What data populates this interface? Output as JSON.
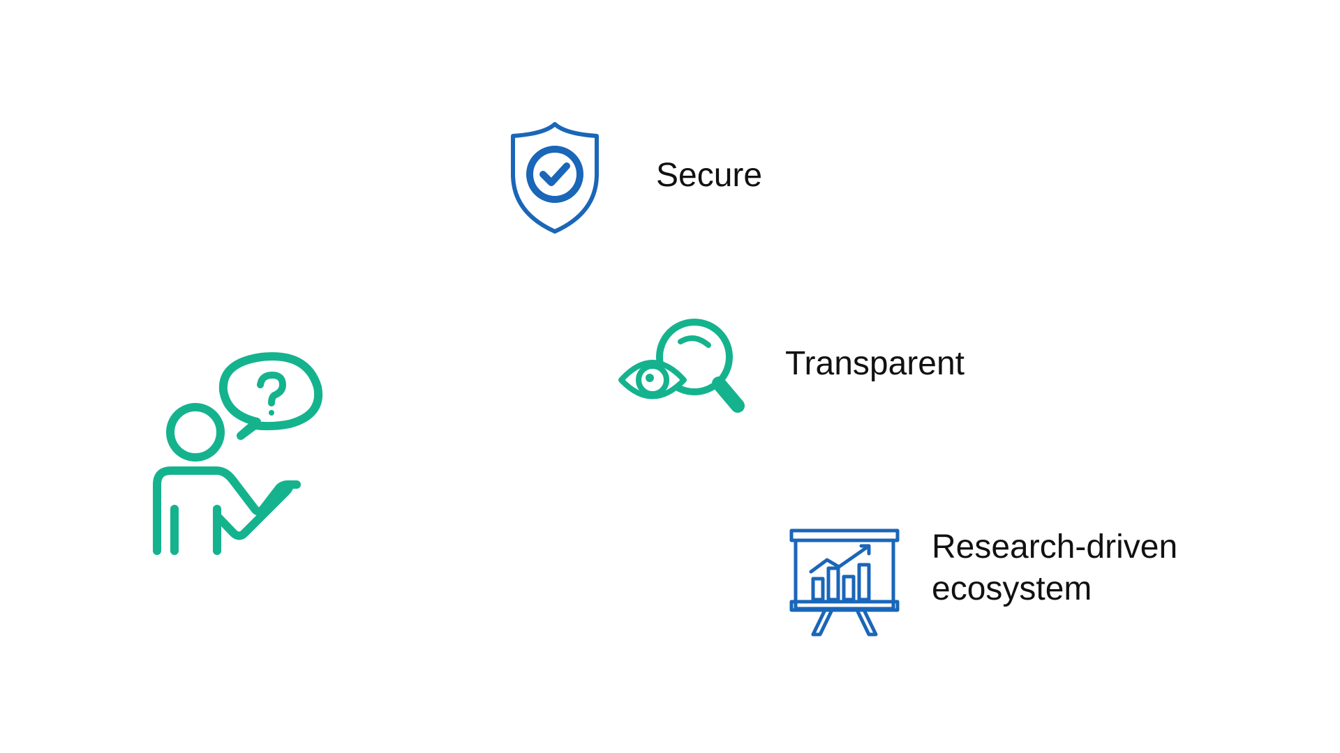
{
  "colors": {
    "teal": "#14B38E",
    "blue": "#1A66B8",
    "text": "#111111"
  },
  "icons": {
    "person": "person-question-icon",
    "shield": "shield-check-icon",
    "transparency": "eye-magnifier-icon",
    "presentation": "presentation-chart-icon"
  },
  "features": {
    "secure": "Secure",
    "transparent": "Transparent",
    "research_line1": "Research-driven",
    "research_line2": "ecosystem"
  }
}
